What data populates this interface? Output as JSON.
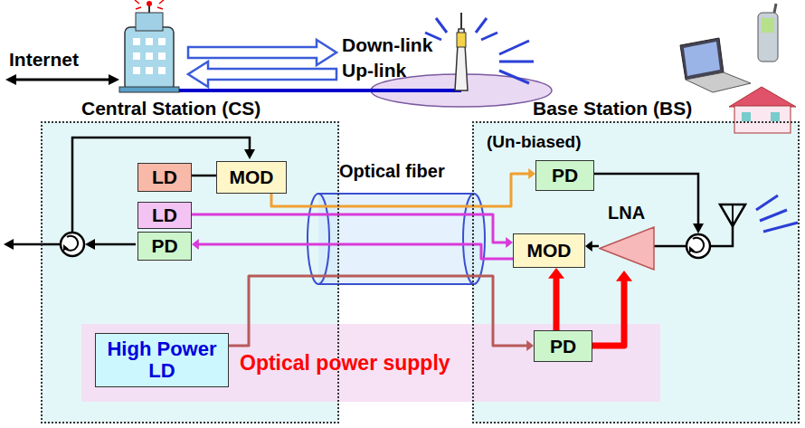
{
  "diagram": {
    "nodes": [
      {
        "text": [
          "Central Station (CS)"
        ]
      },
      {
        "text": [
          "LD"
        ],
        "in": 0
      },
      {
        "text": [
          "MOD"
        ],
        "in": 0
      },
      {
        "text": [
          "LD"
        ],
        "in": 0
      },
      {
        "text": [
          "PD"
        ],
        "in": 0
      },
      {
        "text": [
          "Base Station (BS)"
        ]
      },
      {
        "text": [
          "PD"
        ],
        "in": 5
      },
      {
        "text": [
          "MOD"
        ],
        "in": 5
      },
      {
        "text": [
          "LNA"
        ],
        "in": 5
      },
      {
        "text": [
          "Optical power supply"
        ]
      },
      {
        "text": [
          "High Power LD"
        ],
        "in": 9
      },
      {
        "text": [
          "PD"
        ],
        "in": 9
      }
    ],
    "edges": [
      {
        "from": 1,
        "to": 2,
        "arrow": "none"
      },
      {
        "from": 2,
        "to": 6,
        "arrow": "to"
      },
      {
        "from": 3,
        "to": 7,
        "arrow": "to"
      },
      {
        "from": 7,
        "to": 4,
        "arrow": "to"
      },
      {
        "from": 10,
        "to": 11,
        "arrow": "to"
      },
      {
        "from": 11,
        "to": 7,
        "arrow": "to"
      },
      {
        "from": 11,
        "to": 8,
        "arrow": "to"
      },
      {
        "from": 8,
        "to": 7,
        "arrow": "to"
      }
    ],
    "labels": [
      "Internet",
      "Down-link",
      "Up-link",
      "(Un-biased)",
      "Optical fiber"
    ]
  }
}
